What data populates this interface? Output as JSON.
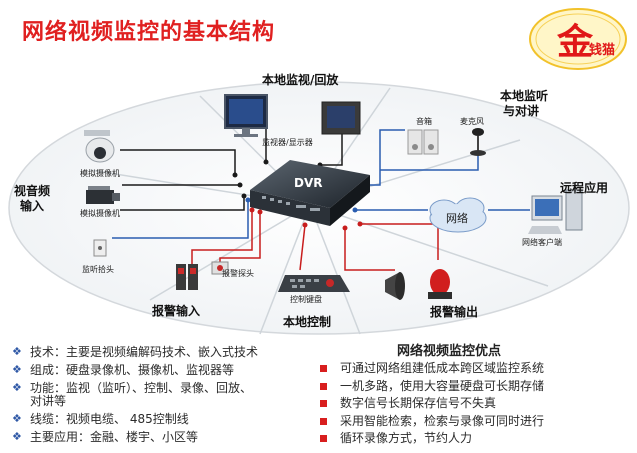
{
  "title": "网络视频监控的基本结构",
  "logo": {
    "main_char": "金",
    "sub_chars": "钱猫"
  },
  "center": {
    "device": "DVR"
  },
  "sections": {
    "local_monitor": "本地监视/回放",
    "local_listen_line1": "本地监听",
    "local_listen_line2": "与对讲",
    "remote_app": "远程应用",
    "av_input_line1": "视音频",
    "av_input_line2": "输入",
    "alarm_input": "报警输入",
    "local_control": "本地控制",
    "alarm_output": "报警输出"
  },
  "labels": {
    "monitor_display": "监视器/显示器",
    "speaker_box": "音箱",
    "microphone": "麦克风",
    "network": "网络",
    "network_client": "网络客户端",
    "camera_1": "模拟摄像机",
    "camera_2": "模拟摄像机",
    "listen_probe": "监听拾头",
    "alarm_probe": "报警探头",
    "control_keyboard": "控制键盘"
  },
  "composition": [
    {
      "text": "技术：主要是视频编解码技术、嵌入式技术"
    },
    {
      "text": "组成：硬盘录像机、摄像机、监视器等"
    },
    {
      "text": "功能：监视（监听）、控制、录像、回放、",
      "cont": "对讲等"
    },
    {
      "text": "线缆：视频电缆、 485控制线"
    },
    {
      "text": "主要应用：金融、楼宇、小区等"
    }
  ],
  "advantages": {
    "title": "网络视频监控优点",
    "items": [
      "可通过网络组建低成本跨区域监控系统",
      "一机多路，使用大容量硬盘可长期存储",
      "数字信号长期保存信号不失真",
      "采用智能检索，检索与录像可同时进行",
      "循环录像方式，节约人力"
    ]
  }
}
